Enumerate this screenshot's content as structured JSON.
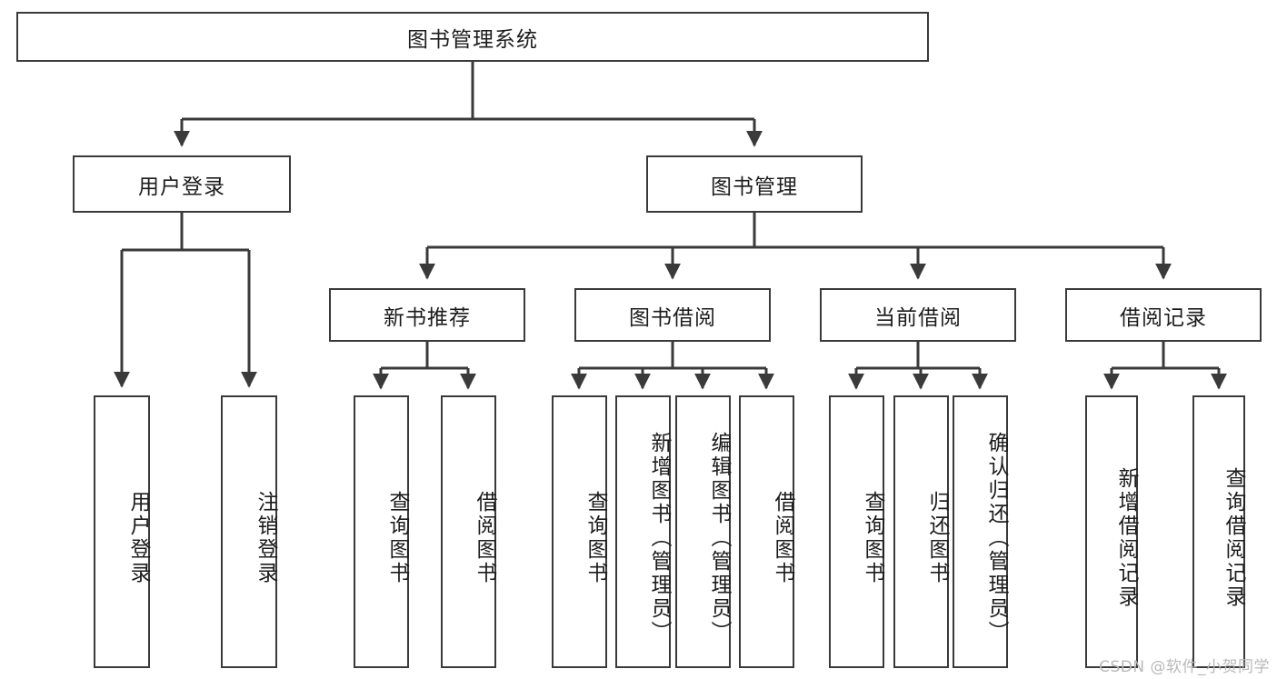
{
  "diagram": {
    "type": "tree-hierarchy-chart",
    "root": {
      "label": "图书管理系统"
    },
    "level2": [
      {
        "label": "用户登录"
      },
      {
        "label": "图书管理"
      }
    ],
    "level3": [
      {
        "label": "新书推荐"
      },
      {
        "label": "图书借阅"
      },
      {
        "label": "当前借阅"
      },
      {
        "label": "借阅记录"
      }
    ],
    "leaves": {
      "user_login": [
        {
          "label": "用户登录"
        },
        {
          "label": "注销登录"
        }
      ],
      "new_book_recommend": [
        {
          "label": "查询图书"
        },
        {
          "label": "借阅图书"
        }
      ],
      "book_borrow": [
        {
          "label": "查询图书"
        },
        {
          "label": "新增图书（管理员）"
        },
        {
          "label": "编辑图书（管理员）"
        },
        {
          "label": "借阅图书"
        }
      ],
      "current_borrow": [
        {
          "label": "查询图书"
        },
        {
          "label": "归还图书"
        },
        {
          "label": "确认归还（管理员）"
        }
      ],
      "borrow_records": [
        {
          "label": "新增借阅记录"
        },
        {
          "label": "查询借阅记录"
        }
      ]
    }
  },
  "watermark": {
    "text": "CSDN @软件_小贺同学"
  },
  "colors": {
    "stroke": "#3a3a3a",
    "fill": "#ffffff",
    "text": "#1c1c1c",
    "watermark": "#b9b9b9"
  }
}
